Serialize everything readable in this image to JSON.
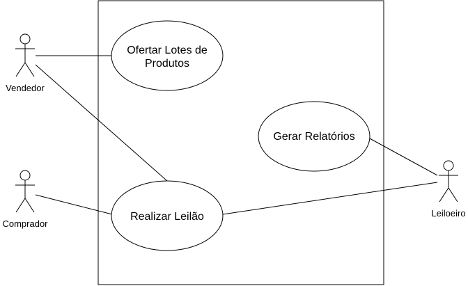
{
  "actors": {
    "vendedor": "Vendedor",
    "comprador": "Comprador",
    "leiloeiro": "Leiloeiro"
  },
  "use_cases": {
    "ofertar_line1": "Ofertar Lotes de",
    "ofertar_line2": "Produtos",
    "gerar": "Gerar Relatórios",
    "realizar": "Realizar Leilão"
  }
}
